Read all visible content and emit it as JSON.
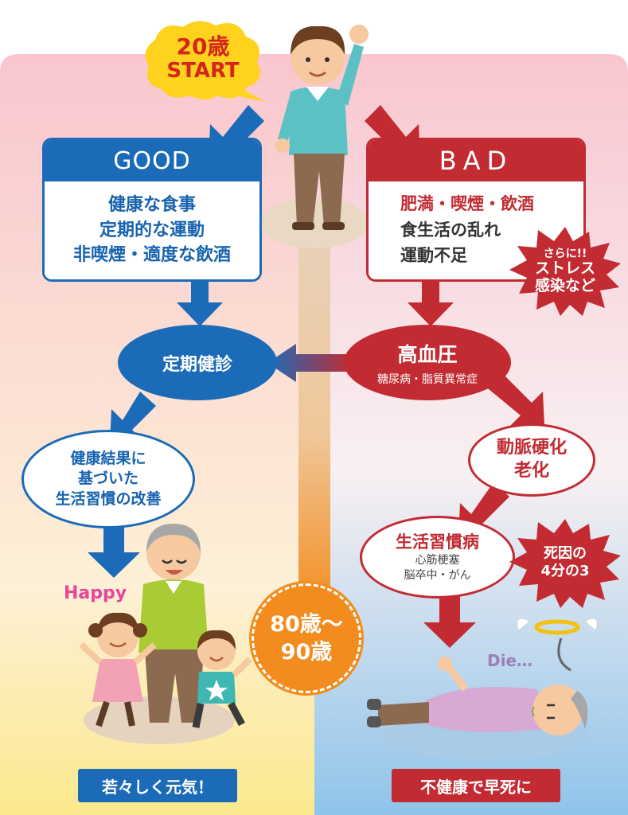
{
  "start_badge": {
    "age": "20歳",
    "label": "START"
  },
  "good": {
    "title": "GOOD",
    "items": [
      "健康な食事",
      "定期的な運動",
      "非喫煙・適度な飲酒"
    ],
    "checkup": "定期健診",
    "improvement": [
      "健康結果に",
      "基づいた",
      "生活習慣の改善"
    ],
    "happy": "Happy",
    "result": "若々しく元気！"
  },
  "bad": {
    "title": "BAD",
    "items_red": "肥満・喫煙・飲酒",
    "items_dark": [
      "食生活の乱れ",
      "運動不足"
    ],
    "burst_stress": [
      "さらに!!",
      "ストレス",
      "感染など"
    ],
    "hypertension": {
      "title": "高血圧",
      "sub": "糖尿病・脂質異常症"
    },
    "arteriosclerosis": [
      "動脈硬化",
      "老化"
    ],
    "lifestyle_disease": {
      "title": "生活習慣病",
      "sub": [
        "心筋梗塞",
        "脳卒中・がん"
      ]
    },
    "burst_death": [
      "死因の",
      "4分の3"
    ],
    "die": "Die…",
    "result": "不健康で早死に"
  },
  "age_marker": {
    "line1": "80歳～",
    "line2": "90歳"
  },
  "colors": {
    "good_blue": "#1c6bb8",
    "bad_red": "#c22b32",
    "age_orange": "#f28c1e"
  }
}
